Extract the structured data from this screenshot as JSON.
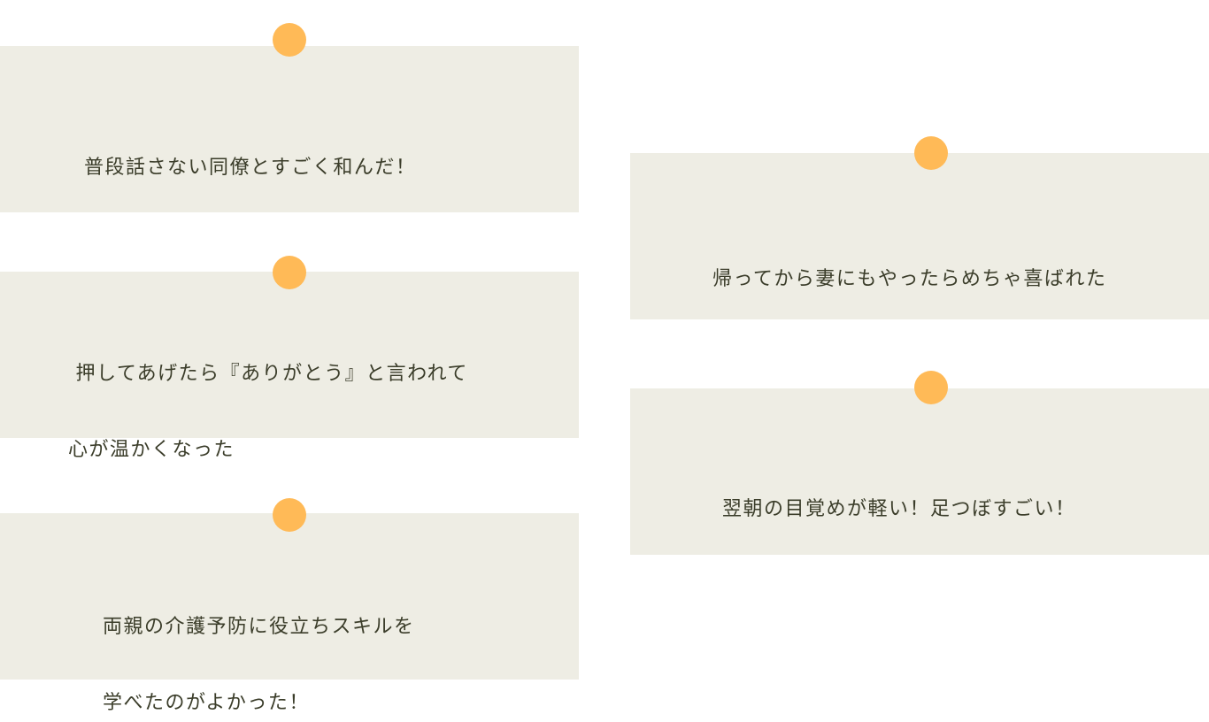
{
  "accent_color": "#ffba57",
  "card_color": "#eeede4",
  "cards": [
    {
      "lines": [
        "普段話さない同僚とすごく和んだ！"
      ]
    },
    {
      "lines": [
        " 押してあげたら『ありがとう』と言われて",
        "心が温かくなった"
      ]
    },
    {
      "lines": [
        "両親の介護予防に役立ちスキルを",
        "学べたのがよかった！"
      ]
    },
    {
      "lines": [
        "帰ってから妻にもやったらめちゃ喜ばれた"
      ]
    },
    {
      "lines": [
        "翌朝の目覚めが軽い！足つぼすごい！"
      ]
    }
  ]
}
